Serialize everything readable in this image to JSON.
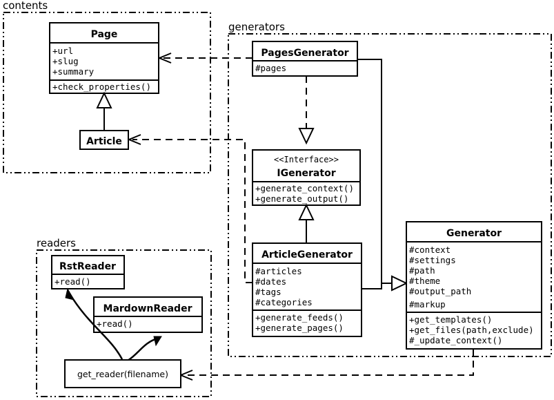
{
  "diagram": {
    "title": "UML class diagram",
    "background_color": "#ffffff",
    "line_color": "#000000"
  },
  "packages": [
    {
      "id": "contents",
      "label": "contents"
    },
    {
      "id": "generators",
      "label": "generators"
    },
    {
      "id": "readers",
      "label": "readers"
    }
  ],
  "classes": {
    "page": {
      "name": "Page",
      "attributes": [
        "+url",
        "+slug",
        "+summary"
      ],
      "methods": [
        "+check_properties()"
      ]
    },
    "article": {
      "name": "Article",
      "attributes": [],
      "methods": []
    },
    "pages_generator": {
      "name": "PagesGenerator",
      "attributes": [
        "#pages"
      ],
      "methods": []
    },
    "igenerator": {
      "stereotype": "<<Interface>>",
      "name": "IGenerator",
      "attributes": [],
      "methods": [
        "+generate_context()",
        "+generate_output()"
      ]
    },
    "article_generator": {
      "name": "ArticleGenerator",
      "attributes": [
        "#articles",
        "#dates",
        "#tags",
        "#categories"
      ],
      "methods": [
        "+generate_feeds()",
        "+generate_pages()"
      ]
    },
    "generator": {
      "name": "Generator",
      "attributes": [
        "#context",
        "#settings",
        "#path",
        "#theme",
        "#output_path",
        "#markup"
      ],
      "methods": [
        "+get_templates()",
        "+get_files(path,exclude)",
        "#_update_context()"
      ]
    },
    "rst_reader": {
      "name": "RstReader",
      "attributes": [],
      "methods": [
        "+read()"
      ]
    },
    "mardown_reader": {
      "name": "MardownReader",
      "attributes": [],
      "methods": [
        "+read()"
      ]
    },
    "get_reader": {
      "name": "get_reader(filename)",
      "attributes": [],
      "methods": []
    }
  },
  "relationships": [
    {
      "from": "article",
      "to": "page",
      "type": "generalization"
    },
    {
      "from": "pages_generator",
      "to": "igenerator",
      "type": "realization"
    },
    {
      "from": "article_generator",
      "to": "igenerator",
      "type": "generalization"
    },
    {
      "from": "pages_generator",
      "to": "generator",
      "type": "generalization"
    },
    {
      "from": "article_generator",
      "to": "generator",
      "type": "generalization"
    },
    {
      "from": "pages_generator",
      "to": "page",
      "type": "dependency"
    },
    {
      "from": "article_generator",
      "to": "article",
      "type": "dependency"
    },
    {
      "from": "generator",
      "to": "get_reader",
      "type": "dependency"
    },
    {
      "from": "get_reader",
      "to": "rst_reader",
      "type": "usage"
    },
    {
      "from": "get_reader",
      "to": "mardown_reader",
      "type": "usage"
    }
  ]
}
